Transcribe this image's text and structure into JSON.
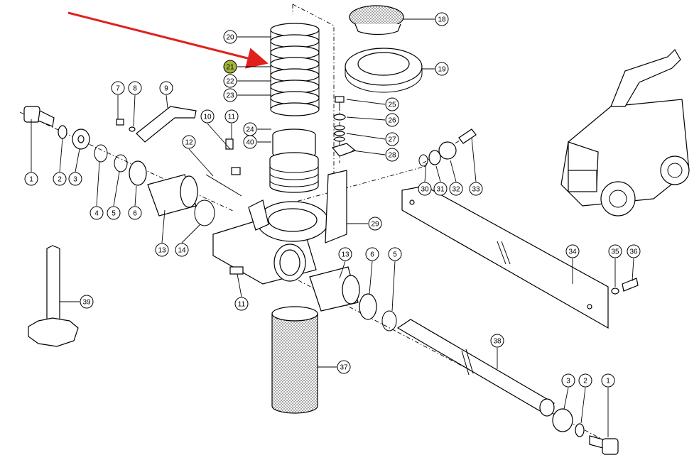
{
  "colors": {
    "arrow": "#e0201c",
    "highlight_fill": "#a4b43c",
    "line": "#000000",
    "background": "#ffffff"
  },
  "highlighted_part": "21",
  "callouts": [
    {
      "label": "1"
    },
    {
      "label": "2"
    },
    {
      "label": "3"
    },
    {
      "label": "4"
    },
    {
      "label": "5"
    },
    {
      "label": "6"
    },
    {
      "label": "7"
    },
    {
      "label": "8"
    },
    {
      "label": "9"
    },
    {
      "label": "10"
    },
    {
      "label": "11"
    },
    {
      "label": "12"
    },
    {
      "label": "13"
    },
    {
      "label": "14"
    },
    {
      "label": "40"
    },
    {
      "label": "24"
    },
    {
      "label": "20"
    },
    {
      "label": "21"
    },
    {
      "label": "22"
    },
    {
      "label": "23"
    },
    {
      "label": "18"
    },
    {
      "label": "19"
    },
    {
      "label": "25"
    },
    {
      "label": "26"
    },
    {
      "label": "27"
    },
    {
      "label": "28"
    },
    {
      "label": "29"
    },
    {
      "label": "30"
    },
    {
      "label": "31"
    },
    {
      "label": "32"
    },
    {
      "label": "33"
    },
    {
      "label": "34"
    },
    {
      "label": "35"
    },
    {
      "label": "36"
    },
    {
      "label": "11"
    },
    {
      "label": "13"
    },
    {
      "label": "6"
    },
    {
      "label": "5"
    },
    {
      "label": "37"
    },
    {
      "label": "38"
    },
    {
      "label": "3"
    },
    {
      "label": "2"
    },
    {
      "label": "1"
    },
    {
      "label": "39"
    }
  ]
}
